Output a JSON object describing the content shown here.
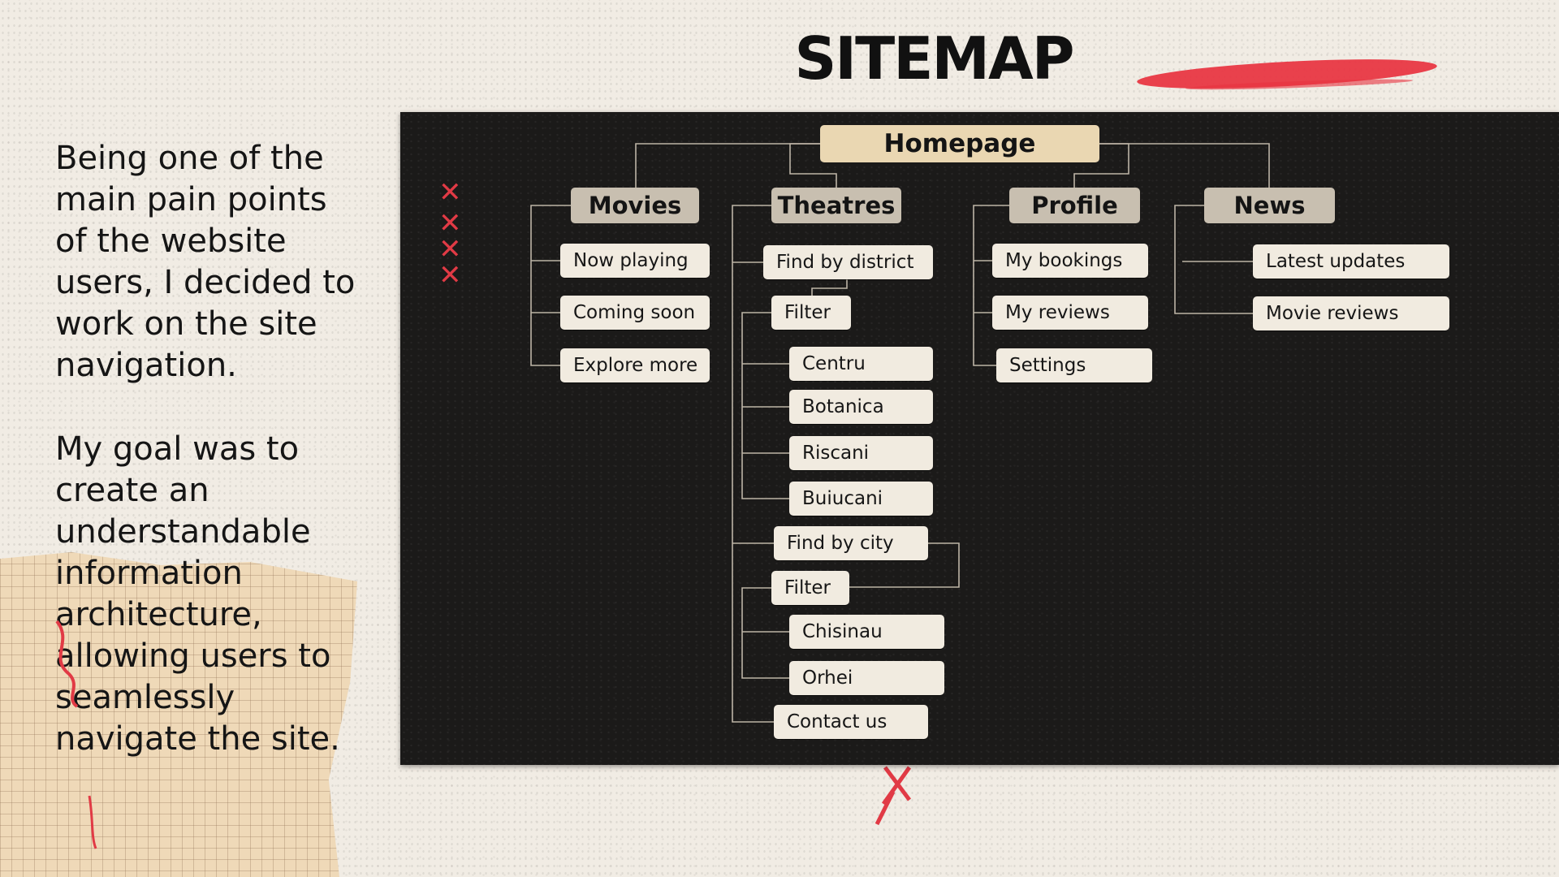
{
  "title": "SITEMAP",
  "intro": {
    "paragraph1": "Being one of the\nmain pain points\nof the website\nusers, I decided to\nwork on the site\nnavigation.",
    "paragraph2": "My goal was to\ncreate an\nunderstandable\ninformation\narchitecture,\nallowing users to\nseamlessly\nnavigate the site."
  },
  "sitemap": {
    "root": "Homepage",
    "movies": {
      "label": "Movies",
      "items": [
        "Now playing",
        "Coming soon",
        "Explore more"
      ]
    },
    "theatres": {
      "label": "Theatres",
      "find_by_district": "Find by district",
      "district_filter": "Filter",
      "districts": [
        "Centru",
        "Botanica",
        "Riscani",
        "Buiucani"
      ],
      "find_by_city": "Find by city",
      "city_filter": "Filter",
      "cities": [
        "Chisinau",
        "Orhei"
      ],
      "contact": "Contact us"
    },
    "profile": {
      "label": "Profile",
      "items": [
        "My bookings",
        "My reviews",
        "Settings"
      ]
    },
    "news": {
      "label": "News",
      "items": [
        "Latest updates",
        "Movie reviews"
      ]
    }
  },
  "colors": {
    "accent_red": "#e8323f",
    "board": "#1b1a19",
    "root_box": "#ead7b2",
    "category_box": "#c8bfb0",
    "leaf_box": "#f1ebe0"
  }
}
